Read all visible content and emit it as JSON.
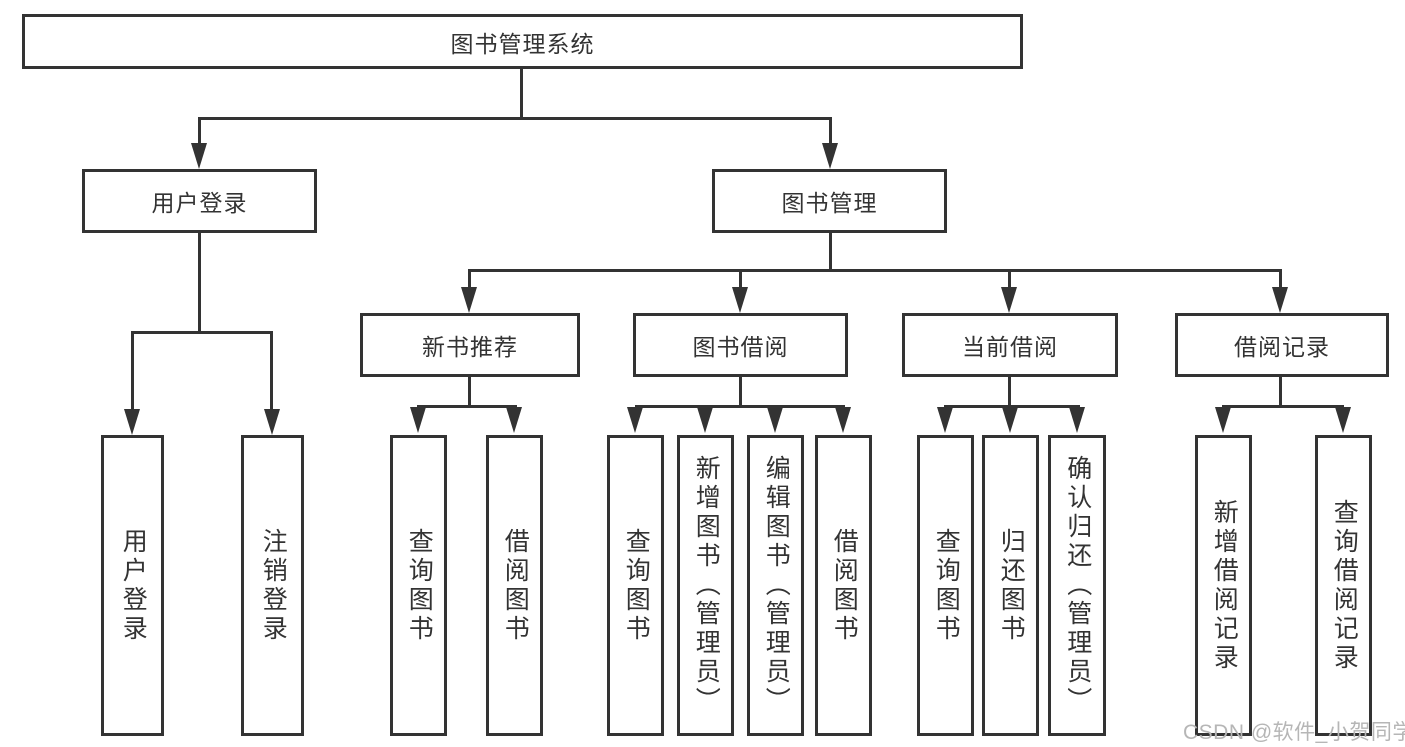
{
  "tree": {
    "label": "图书管理系统",
    "children": [
      {
        "label": "用户登录",
        "children": [
          {
            "label": "用户登录"
          },
          {
            "label": "注销登录"
          }
        ]
      },
      {
        "label": "图书管理",
        "children": [
          {
            "label": "新书推荐",
            "children": [
              {
                "label": "查询图书"
              },
              {
                "label": "借阅图书"
              }
            ]
          },
          {
            "label": "图书借阅",
            "children": [
              {
                "label": "查询图书"
              },
              {
                "label": "新增图书（管理员）"
              },
              {
                "label": "编辑图书（管理员）"
              },
              {
                "label": "借阅图书"
              }
            ]
          },
          {
            "label": "当前借阅",
            "children": [
              {
                "label": "查询图书"
              },
              {
                "label": "归还图书"
              },
              {
                "label": "确认归还（管理员）"
              }
            ]
          },
          {
            "label": "借阅记录",
            "children": [
              {
                "label": "新增借阅记录"
              },
              {
                "label": "查询借阅记录"
              }
            ]
          }
        ]
      }
    ]
  },
  "watermark": "CSDN @软件_小贺同学",
  "colors": {
    "line": "#333333",
    "box_border": "#333333",
    "box_fill": "#ffffff",
    "text": "#333333",
    "watermark": "#b6b6b6"
  }
}
